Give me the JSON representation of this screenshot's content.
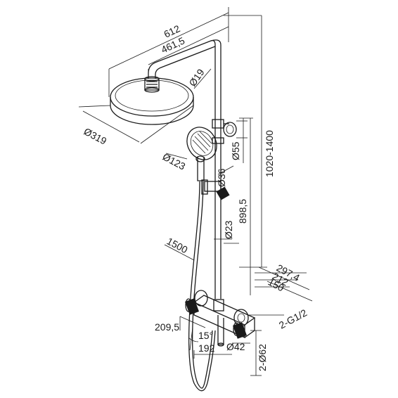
{
  "drawing": {
    "dimensions": {
      "overall_width": "612",
      "arm_length": "461,5",
      "arm_diameter": "Ø19",
      "head_diameter": "Ø319",
      "height_range": "1020-1400",
      "holder_diameter": "Ø55",
      "hand_shower_diameter": "Ø123",
      "handle_diameter": "Ø36",
      "rail_height": "898,5",
      "rail_diameter": "Ø23",
      "hose_length": "1500",
      "depth_total": "297,4",
      "depth_mid": "212",
      "depth_wall": "150",
      "mixer_height": "209,5",
      "angle": "15°",
      "mixer_width": "192",
      "cap_diameter": "Ø42",
      "connection_thread": "2-G1/2",
      "flange_diameter": "2-Ø62"
    }
  }
}
